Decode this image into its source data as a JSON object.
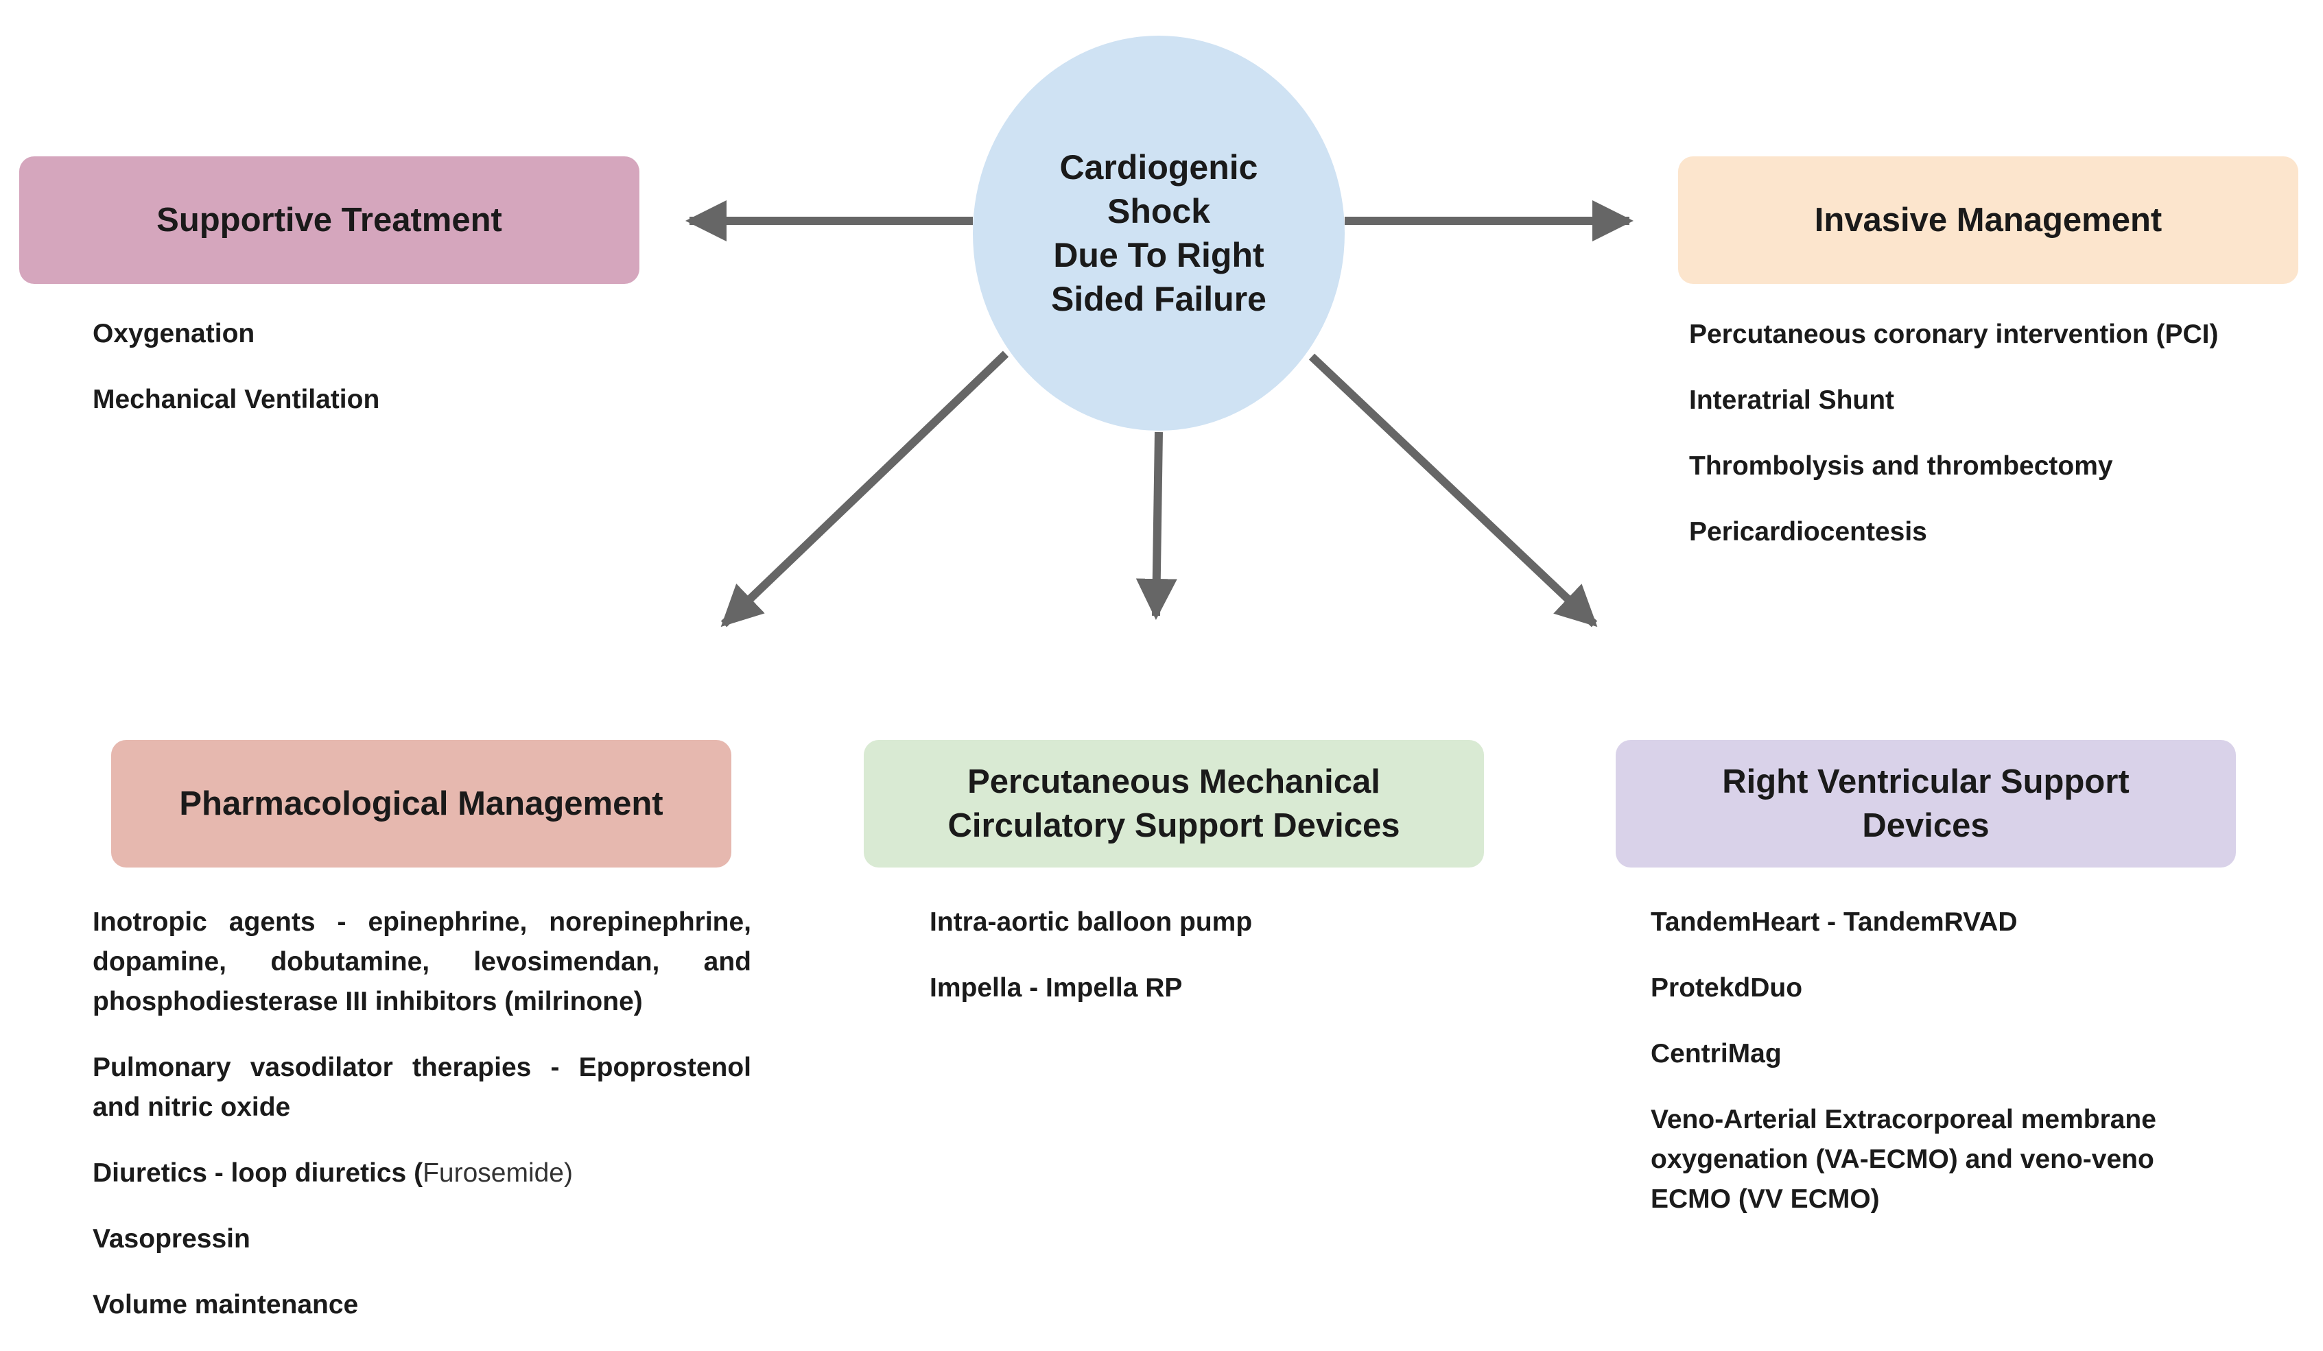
{
  "center": {
    "lines": [
      "Cardiogenic",
      "Shock",
      "Due To Right",
      "Sided Failure"
    ]
  },
  "supportive": {
    "title_lines": [
      "Supportive Treatment"
    ],
    "items": [
      "Oxygenation",
      "Mechanical Ventilation"
    ]
  },
  "invasive": {
    "title_lines": [
      "Invasive Management"
    ],
    "items": [
      "Percutaneous coronary intervention (PCI)",
      "Interatrial Shunt",
      "Thrombolysis and thrombectomy",
      "Pericardiocentesis"
    ]
  },
  "pharmacological": {
    "title_lines": [
      "Pharmacological Management"
    ],
    "items": [
      "Inotropic agents - epinephrine, norepinephrine, dopamine, dobutamine, levosimendan, and phosphodiesterase III inhibitors (milrinone)",
      "Pulmonary vasodilator therapies - Epoprostenol and nitric oxide",
      "Diuretics -  loop diuretics (",
      "Vasopressin",
      "Volume maintenance"
    ],
    "diuretics_drug": "Furosemide",
    "diuretics_close": ")"
  },
  "percutaneous": {
    "title_lines": [
      "Percutaneous Mechanical",
      "Circulatory Support Devices"
    ],
    "items": [
      "Intra-aortic balloon pump",
      "Impella - Impella RP"
    ]
  },
  "rv_support": {
    "title_lines": [
      "Right Ventricular Support",
      "Devices"
    ],
    "items": [
      "TandemHeart - TandemRVAD",
      "ProtekdDuo",
      "CentriMag",
      "Veno-Arterial Extracorporeal membrane oxygenation (VA-ECMO) and veno-veno ECMO (VV ECMO)"
    ]
  },
  "colors": {
    "center": "#cfe2f3",
    "supportive": "#d5a6bd",
    "invasive": "#fce5cd",
    "pharmacological": "#e6b8af",
    "percutaneous": "#d9ead3",
    "rv_support": "#d9d2e9",
    "arrow": "#666666"
  }
}
